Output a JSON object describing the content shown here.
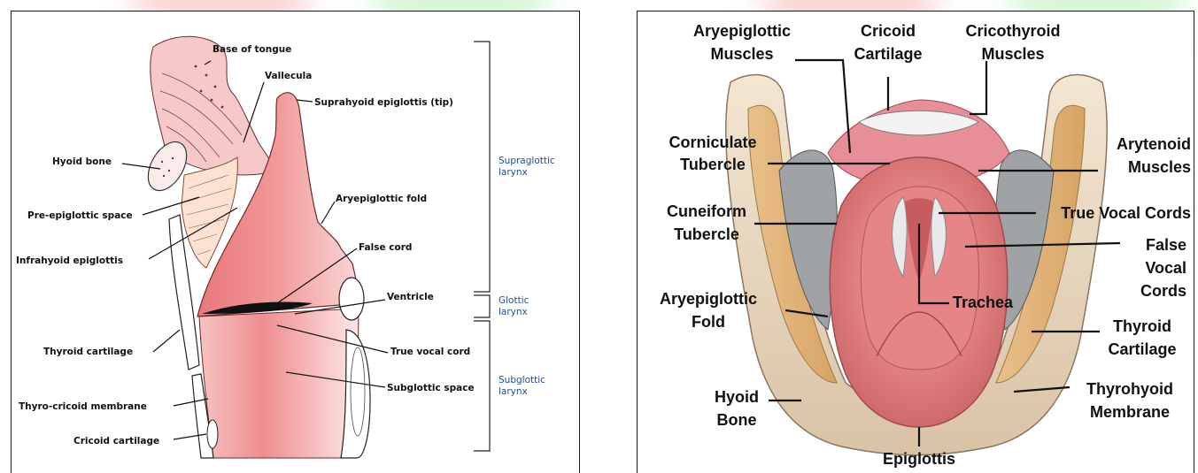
{
  "left_diagram": {
    "labels": {
      "base_of_tongue": "Base of tongue",
      "vallecula": "Vallecula",
      "suprahyoid_epiglottis": "Suprahyoid epiglottis (tip)",
      "hyoid_bone": "Hyoid bone",
      "pre_epiglottic_space": "Pre-epiglottic space",
      "aryepiglottic_fold": "Aryepiglottic fold",
      "infrahyoid_epiglottis": "Infrahyoid epiglottis",
      "false_cord": "False cord",
      "ventricle": "Ventricle",
      "thyroid_cartilage": "Thyroid cartilage",
      "true_vocal_cord": "True vocal cord",
      "subglottic_space": "Subglottic space",
      "thyro_cricoid_membrane": "Thyro-cricoid membrane",
      "cricoid_cartilage": "Cricoid cartilage"
    },
    "regions": {
      "supraglottic_1": "Supraglottic",
      "supraglottic_2": "larynx",
      "glottic_1": "Glottic",
      "glottic_2": "larynx",
      "subglottic_1": "Subglottic",
      "subglottic_2": "larynx"
    }
  },
  "right_diagram": {
    "labels": {
      "aryepiglottic_muscles_1": "Aryepiglottic",
      "aryepiglottic_muscles_2": "Muscles",
      "cricoid_cartilage_1": "Cricoid",
      "cricoid_cartilage_2": "Cartilage",
      "cricothyroid_muscles_1": "Cricothyroid",
      "cricothyroid_muscles_2": "Muscles",
      "corniculate_tubercle_1": "Corniculate",
      "corniculate_tubercle_2": "Tubercle",
      "arytenoid_muscles_1": "Arytenoid",
      "arytenoid_muscles_2": "Muscles",
      "cuneiform_tubercle_1": "Cuneiform",
      "cuneiform_tubercle_2": "Tubercle",
      "true_vocal_cords": "True Vocal Cords",
      "false_vocal_cords_1": "False",
      "false_vocal_cords_2": "Vocal",
      "false_vocal_cords_3": "Cords",
      "aryepiglottic_fold_1": "Aryepiglottic",
      "aryepiglottic_fold_2": "Fold",
      "trachea": "Trachea",
      "thyroid_cartilage_1": "Thyroid",
      "thyroid_cartilage_2": "Cartilage",
      "hyoid_bone_1": "Hyoid",
      "hyoid_bone_2": "Bone",
      "thyrohyoid_membrane_1": "Thyrohyoid",
      "thyrohyoid_membrane_2": "Membrane",
      "epiglottis": "Epiglottis"
    }
  }
}
